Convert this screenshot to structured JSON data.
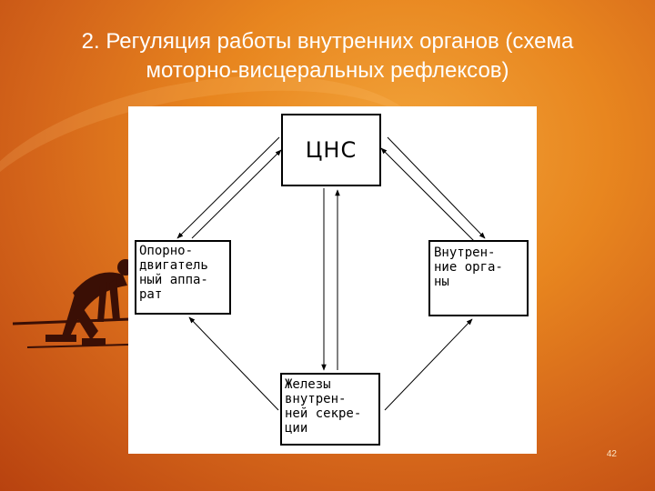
{
  "slide": {
    "title_line1": "2. Регуляция работы внутренних органов (схема",
    "title_line2": "моторно-висцеральных рефлексов)",
    "page_number": "42"
  },
  "diagram": {
    "nodes": {
      "cns": "ЦНС",
      "musculoskeletal": "Опорно-\nдвигатель\nный аппа-\nрат",
      "internal_organs": "Внутрен-\nние орга-\nны",
      "endocrine_glands": "Железы\nвнутрен-\nней секре-\nции"
    }
  },
  "colors": {
    "background": "#e8861f",
    "title_text": "#ffffff",
    "athlete": "#3a0f05"
  },
  "icons": {
    "decorative": "sprinter-silhouette"
  }
}
